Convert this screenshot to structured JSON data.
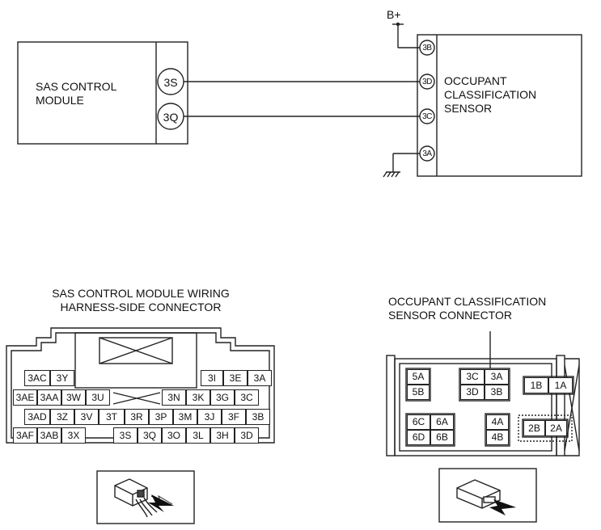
{
  "wiring": {
    "power_label": "B+",
    "sas_module_label": "SAS CONTROL\nMODULE",
    "sas_pins": [
      "3S",
      "3Q"
    ],
    "ocs_label": "OCCUPANT\nCLASSIFICATION\nSENSOR",
    "ocs_pins": [
      "3B",
      "3D",
      "3C",
      "3A"
    ]
  },
  "sas_connector": {
    "title": "SAS CONTROL MODULE WIRING\nHARNESS-SIDE CONNECTOR",
    "row1": [
      "3AC",
      "3Y",
      "3I",
      "3E",
      "3A"
    ],
    "row2": [
      "3AE",
      "3AA",
      "3W",
      "3U",
      "3N",
      "3K",
      "3G",
      "3C"
    ],
    "row3": [
      "3AD",
      "3Z",
      "3V",
      "3T",
      "3R",
      "3P",
      "3M",
      "3J",
      "3F",
      "3B"
    ],
    "row4": [
      "3AF",
      "3AB",
      "3X",
      "3S",
      "3Q",
      "3O",
      "3L",
      "3H",
      "3D"
    ]
  },
  "ocs_connector": {
    "title": "OCCUPANT CLASSIFICATION\nSENSOR CONNECTOR",
    "block_5": [
      "5A",
      "5B"
    ],
    "block_3": [
      "3C",
      "3A",
      "3D",
      "3B"
    ],
    "block_1": [
      "1B",
      "1A"
    ],
    "block_6": [
      "6C",
      "6A",
      "6D",
      "6B"
    ],
    "block_4": [
      "4A",
      "4B"
    ],
    "block_2": [
      "2B",
      "2A"
    ]
  }
}
